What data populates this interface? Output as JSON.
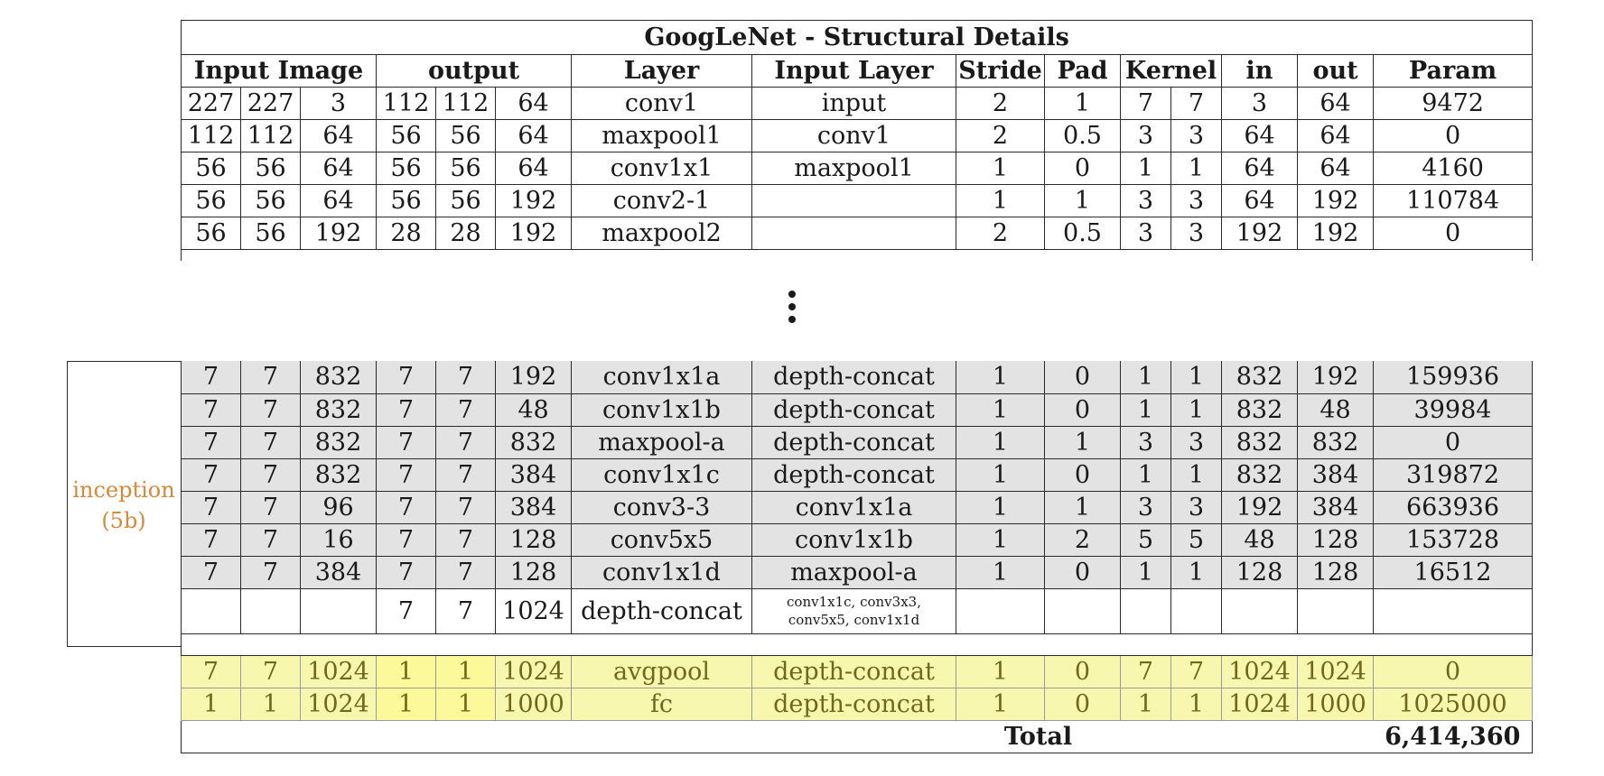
{
  "title": "GoogLeNet - Structural Details",
  "headers": {
    "input_image": "Input Image",
    "output": "output",
    "layer": "Layer",
    "input_layer": "Input Layer",
    "stride": "Stride",
    "pad": "Pad",
    "kernel": "Kernel",
    "in": "in",
    "out": "out",
    "param": "Param"
  },
  "top_rows": [
    [
      "227",
      "227",
      "3",
      "112",
      "112",
      "64",
      "conv1",
      "input",
      "2",
      "1",
      "7",
      "7",
      "3",
      "64",
      "9472"
    ],
    [
      "112",
      "112",
      "64",
      "56",
      "56",
      "64",
      "maxpool1",
      "conv1",
      "2",
      "0.5",
      "3",
      "3",
      "64",
      "64",
      "0"
    ],
    [
      "56",
      "56",
      "64",
      "56",
      "56",
      "64",
      "conv1x1",
      "maxpool1",
      "1",
      "0",
      "1",
      "1",
      "64",
      "64",
      "4160"
    ],
    [
      "56",
      "56",
      "64",
      "56",
      "56",
      "192",
      "conv2-1",
      "",
      "1",
      "1",
      "3",
      "3",
      "64",
      "192",
      "110784"
    ],
    [
      "56",
      "56",
      "192",
      "28",
      "28",
      "192",
      "maxpool2",
      "",
      "2",
      "0.5",
      "3",
      "3",
      "192",
      "192",
      "0"
    ]
  ],
  "inception_label": [
    "inception",
    "(5b)"
  ],
  "inception_rows": [
    [
      "7",
      "7",
      "832",
      "7",
      "7",
      "192",
      "conv1x1a",
      "depth-concat",
      "1",
      "0",
      "1",
      "1",
      "832",
      "192",
      "159936"
    ],
    [
      "7",
      "7",
      "832",
      "7",
      "7",
      "48",
      "conv1x1b",
      "depth-concat",
      "1",
      "0",
      "1",
      "1",
      "832",
      "48",
      "39984"
    ],
    [
      "7",
      "7",
      "832",
      "7",
      "7",
      "832",
      "maxpool-a",
      "depth-concat",
      "1",
      "1",
      "3",
      "3",
      "832",
      "832",
      "0"
    ],
    [
      "7",
      "7",
      "832",
      "7",
      "7",
      "384",
      "conv1x1c",
      "depth-concat",
      "1",
      "0",
      "1",
      "1",
      "832",
      "384",
      "319872"
    ],
    [
      "7",
      "7",
      "96",
      "7",
      "7",
      "384",
      "conv3-3",
      "conv1x1a",
      "1",
      "1",
      "3",
      "3",
      "192",
      "384",
      "663936"
    ],
    [
      "7",
      "7",
      "16",
      "7",
      "7",
      "128",
      "conv5x5",
      "conv1x1b",
      "1",
      "2",
      "5",
      "5",
      "48",
      "128",
      "153728"
    ],
    [
      "7",
      "7",
      "384",
      "7",
      "7",
      "128",
      "conv1x1d",
      "maxpool-a",
      "1",
      "0",
      "1",
      "1",
      "128",
      "128",
      "16512"
    ]
  ],
  "concat_row": {
    "cells": [
      "",
      "",
      "",
      "7",
      "7",
      "1024",
      "depth-concat"
    ],
    "input_layer_lines": [
      "conv1x1c, conv3x3,",
      "conv5x5, conv1x1d"
    ]
  },
  "final_rows": [
    [
      "7",
      "7",
      "1024",
      "1",
      "1",
      "1024",
      "avgpool",
      "depth-concat",
      "1",
      "0",
      "7",
      "7",
      "1024",
      "1024",
      "0"
    ],
    [
      "1",
      "1",
      "1024",
      "1",
      "1",
      "1000",
      "fc",
      "depth-concat",
      "1",
      "0",
      "1",
      "1",
      "1024",
      "1000",
      "1025000"
    ]
  ],
  "total": {
    "label": "Total",
    "value": "6,414,360"
  },
  "colors": {
    "grid": "#2a2a2a",
    "inception_fill": "#e3e3e3",
    "highlight_fill": "#f8f7b0",
    "inception_label": "#d5893a"
  }
}
